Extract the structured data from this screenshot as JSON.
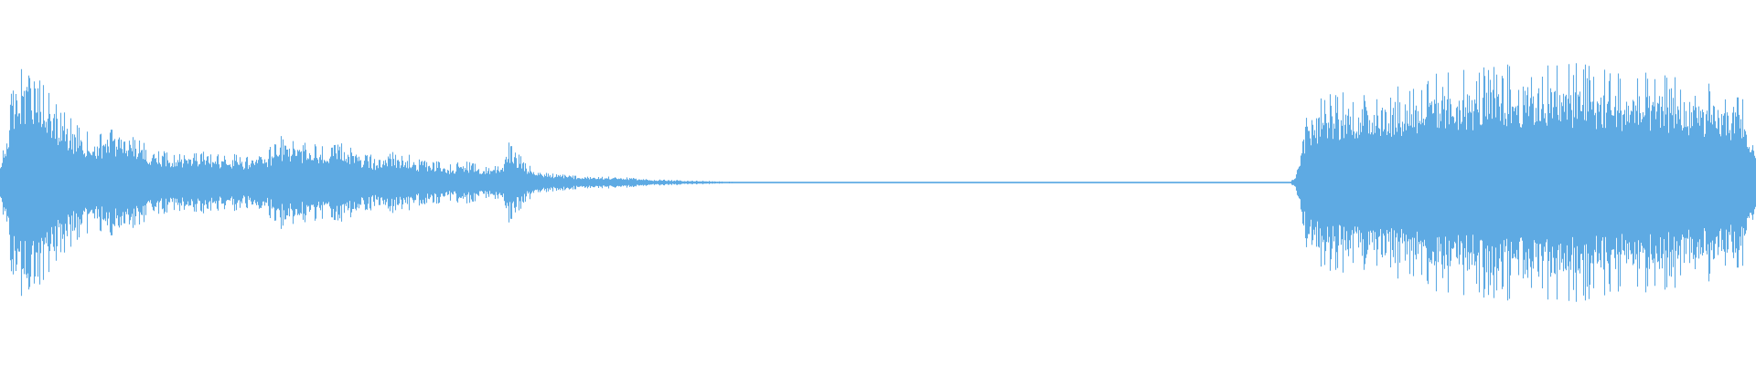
{
  "waveform": {
    "color": "#5eaae3",
    "background": "#ffffff",
    "center_fraction": 0.5,
    "envelope": [
      [
        0.0,
        0.1
      ],
      [
        0.004,
        0.34
      ],
      [
        0.008,
        0.62
      ],
      [
        0.012,
        0.66
      ],
      [
        0.016,
        0.68
      ],
      [
        0.02,
        0.58
      ],
      [
        0.024,
        0.56
      ],
      [
        0.028,
        0.5
      ],
      [
        0.032,
        0.46
      ],
      [
        0.036,
        0.4
      ],
      [
        0.04,
        0.36
      ],
      [
        0.048,
        0.3
      ],
      [
        0.056,
        0.28
      ],
      [
        0.064,
        0.32
      ],
      [
        0.072,
        0.3
      ],
      [
        0.08,
        0.24
      ],
      [
        0.088,
        0.2
      ],
      [
        0.096,
        0.18
      ],
      [
        0.104,
        0.17
      ],
      [
        0.112,
        0.18
      ],
      [
        0.12,
        0.16
      ],
      [
        0.13,
        0.16
      ],
      [
        0.14,
        0.15
      ],
      [
        0.15,
        0.16
      ],
      [
        0.16,
        0.26
      ],
      [
        0.168,
        0.24
      ],
      [
        0.176,
        0.22
      ],
      [
        0.184,
        0.2
      ],
      [
        0.192,
        0.22
      ],
      [
        0.2,
        0.22
      ],
      [
        0.208,
        0.16
      ],
      [
        0.216,
        0.14
      ],
      [
        0.224,
        0.18
      ],
      [
        0.232,
        0.16
      ],
      [
        0.24,
        0.12
      ],
      [
        0.248,
        0.12
      ],
      [
        0.256,
        0.1
      ],
      [
        0.264,
        0.12
      ],
      [
        0.272,
        0.1
      ],
      [
        0.28,
        0.09
      ],
      [
        0.286,
        0.1
      ],
      [
        0.29,
        0.24
      ],
      [
        0.294,
        0.18
      ],
      [
        0.3,
        0.1
      ],
      [
        0.306,
        0.07
      ],
      [
        0.315,
        0.05
      ],
      [
        0.325,
        0.04
      ],
      [
        0.335,
        0.035
      ],
      [
        0.345,
        0.035
      ],
      [
        0.355,
        0.03
      ],
      [
        0.362,
        0.025
      ],
      [
        0.37,
        0.018
      ],
      [
        0.38,
        0.016
      ],
      [
        0.39,
        0.012
      ],
      [
        0.4,
        0.01
      ],
      [
        0.41,
        0.006
      ],
      [
        0.42,
        0.004
      ],
      [
        0.44,
        0.003
      ],
      [
        0.46,
        0.004
      ],
      [
        0.48,
        0.002
      ],
      [
        0.5,
        0.002
      ],
      [
        0.55,
        0.002
      ],
      [
        0.6,
        0.002
      ],
      [
        0.65,
        0.002
      ],
      [
        0.7,
        0.002
      ],
      [
        0.735,
        0.003
      ],
      [
        0.738,
        0.04
      ],
      [
        0.742,
        0.3
      ],
      [
        0.746,
        0.44
      ],
      [
        0.754,
        0.48
      ],
      [
        0.764,
        0.5
      ],
      [
        0.776,
        0.52
      ],
      [
        0.79,
        0.54
      ],
      [
        0.805,
        0.58
      ],
      [
        0.82,
        0.6
      ],
      [
        0.835,
        0.62
      ],
      [
        0.85,
        0.64
      ],
      [
        0.865,
        0.66
      ],
      [
        0.88,
        0.66
      ],
      [
        0.895,
        0.66
      ],
      [
        0.91,
        0.64
      ],
      [
        0.925,
        0.62
      ],
      [
        0.94,
        0.6
      ],
      [
        0.955,
        0.58
      ],
      [
        0.965,
        0.56
      ],
      [
        0.975,
        0.54
      ],
      [
        0.985,
        0.5
      ],
      [
        0.993,
        0.46
      ],
      [
        1.0,
        0.2
      ]
    ]
  }
}
